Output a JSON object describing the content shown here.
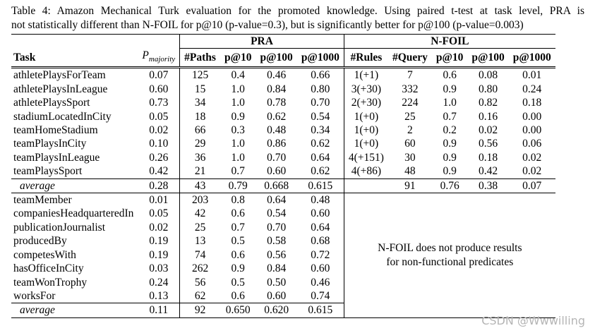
{
  "caption": {
    "line1": "Table 4: Amazon Mechanical Turk evaluation for the promoted knowledge. Using paired t-test at task level, PRA is",
    "line2": "not statistically different than N-FOIL for p@10 (p-value=0.3), but is significantly better for p@100 (p-value=0.003)"
  },
  "groups": {
    "pra": "PRA",
    "nfoil": "N-FOIL"
  },
  "headers": {
    "task": "Task",
    "pmaj_main": "P",
    "pmaj_sub": "majority",
    "paths": "#Paths",
    "p10": "p@10",
    "p100": "p@100",
    "p1000": "p@1000",
    "rules": "#Rules",
    "query": "#Query",
    "n_p10": "p@10",
    "n_p100": "p@100",
    "n_p1000": "p@1000"
  },
  "functional": [
    {
      "task": "athletePlaysForTeam",
      "pmaj": "0.07",
      "paths": "125",
      "p10": "0.4",
      "p100": "0.46",
      "p1000": "0.66",
      "rules": "1(+1)",
      "query": "7",
      "n10": "0.6",
      "n100": "0.08",
      "n1000": "0.01"
    },
    {
      "task": "athletePlaysInLeague",
      "pmaj": "0.60",
      "paths": "15",
      "p10": "1.0",
      "p100": "0.84",
      "p1000": "0.80",
      "rules": "3(+30)",
      "query": "332",
      "n10": "0.9",
      "n100": "0.80",
      "n1000": "0.24"
    },
    {
      "task": "athletePlaysSport",
      "pmaj": "0.73",
      "paths": "34",
      "p10": "1.0",
      "p100": "0.78",
      "p1000": "0.70",
      "rules": "2(+30)",
      "query": "224",
      "n10": "1.0",
      "n100": "0.82",
      "n1000": "0.18"
    },
    {
      "task": "stadiumLocatedInCity",
      "pmaj": "0.05",
      "paths": "18",
      "p10": "0.9",
      "p100": "0.62",
      "p1000": "0.54",
      "rules": "1(+0)",
      "query": "25",
      "n10": "0.7",
      "n100": "0.16",
      "n1000": "0.00"
    },
    {
      "task": "teamHomeStadium",
      "pmaj": "0.02",
      "paths": "66",
      "p10": "0.3",
      "p100": "0.48",
      "p1000": "0.34",
      "rules": "1(+0)",
      "query": "2",
      "n10": "0.2",
      "n100": "0.02",
      "n1000": "0.00"
    },
    {
      "task": "teamPlaysInCity",
      "pmaj": "0.10",
      "paths": "29",
      "p10": "1.0",
      "p100": "0.86",
      "p1000": "0.62",
      "rules": "1(+0)",
      "query": "60",
      "n10": "0.9",
      "n100": "0.56",
      "n1000": "0.06"
    },
    {
      "task": "teamPlaysInLeague",
      "pmaj": "0.26",
      "paths": "36",
      "p10": "1.0",
      "p100": "0.70",
      "p1000": "0.64",
      "rules": "4(+151)",
      "query": "30",
      "n10": "0.9",
      "n100": "0.18",
      "n1000": "0.02"
    },
    {
      "task": "teamPlaysSport",
      "pmaj": "0.42",
      "paths": "21",
      "p10": "0.7",
      "p100": "0.60",
      "p1000": "0.62",
      "rules": "4(+86)",
      "query": "48",
      "n10": "0.9",
      "n100": "0.42",
      "n1000": "0.02"
    }
  ],
  "functional_avg": {
    "task": "average",
    "pmaj": "0.28",
    "paths": "43",
    "p10": "0.79",
    "p100": "0.668",
    "p1000": "0.615",
    "rules": "",
    "query": "91",
    "n10": "0.76",
    "n100": "0.38",
    "n1000": "0.07"
  },
  "nonfunctional": [
    {
      "task": "teamMember",
      "pmaj": "0.01",
      "paths": "203",
      "p10": "0.8",
      "p100": "0.64",
      "p1000": "0.48"
    },
    {
      "task": "companiesHeadquarteredIn",
      "pmaj": "0.05",
      "paths": "42",
      "p10": "0.6",
      "p100": "0.54",
      "p1000": "0.60"
    },
    {
      "task": "publicationJournalist",
      "pmaj": "0.02",
      "paths": "25",
      "p10": "0.7",
      "p100": "0.70",
      "p1000": "0.64"
    },
    {
      "task": "producedBy",
      "pmaj": "0.19",
      "paths": "13",
      "p10": "0.5",
      "p100": "0.58",
      "p1000": "0.68"
    },
    {
      "task": "competesWith",
      "pmaj": "0.19",
      "paths": "74",
      "p10": "0.6",
      "p100": "0.56",
      "p1000": "0.72"
    },
    {
      "task": "hasOfficeInCity",
      "pmaj": "0.03",
      "paths": "262",
      "p10": "0.9",
      "p100": "0.84",
      "p1000": "0.60"
    },
    {
      "task": "teamWonTrophy",
      "pmaj": "0.24",
      "paths": "56",
      "p10": "0.5",
      "p100": "0.50",
      "p1000": "0.46"
    },
    {
      "task": "worksFor",
      "pmaj": "0.13",
      "paths": "62",
      "p10": "0.6",
      "p100": "0.60",
      "p1000": "0.74"
    }
  ],
  "nonfunctional_avg": {
    "task": "average",
    "pmaj": "0.11",
    "paths": "92",
    "p10": "0.650",
    "p100": "0.620",
    "p1000": "0.615"
  },
  "no_result_note": {
    "line1": "N-FOIL does not produce results",
    "line2": "for non-functional predicates"
  },
  "watermark": "CSDN @Wwwilling"
}
